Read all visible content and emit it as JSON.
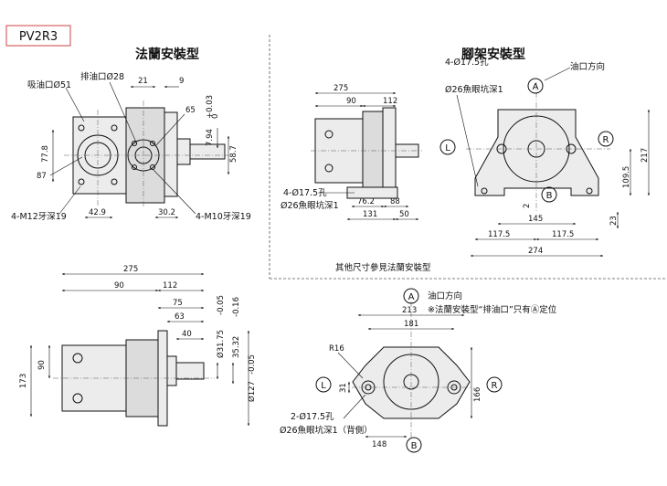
{
  "model": "PV2R3",
  "flange_view": {
    "title": "法蘭安裝型",
    "suction_port": "吸油口Ø51",
    "discharge_port": "排油口Ø28",
    "dims": [
      "21",
      "9",
      "65",
      "7.94",
      "+0.03",
      "0",
      "58.7",
      "77.8",
      "87",
      "42.9",
      "30.2"
    ],
    "bolt_left": "4-M12牙深19",
    "bolt_right": "4-M10牙深19"
  },
  "foot_view": {
    "title": "腳架安裝型",
    "hole_spec": "4-Ø17.5孔",
    "counterbore": "Ø26魚眼坑深1",
    "port_direction": "油口方向",
    "dims": [
      "275",
      "90",
      "112",
      "76.2",
      "88",
      "131",
      "50",
      "2",
      "145",
      "117.5",
      "117.5",
      "274",
      "109.5",
      "217",
      "23"
    ],
    "note": "其他尺寸參見法蘭安裝型",
    "markers": [
      "A",
      "B",
      "L",
      "R"
    ]
  },
  "side_view": {
    "dims": [
      "275",
      "90",
      "112",
      "75",
      "63",
      "40",
      "Ø31.75",
      "-0.05",
      "35.32",
      "-0.16",
      "Ø127",
      "-0.05",
      "90",
      "173"
    ]
  },
  "front_view": {
    "port_direction": "油口方向",
    "note": "※法蘭安裝型“排油口”只有Ⓐ定位",
    "dims": [
      "213",
      "181",
      "R16",
      "31",
      "166",
      "148"
    ],
    "hole_spec": "2-Ø17.5孔",
    "counterbore": "Ø26魚眼坑深1（背側）",
    "markers": [
      "A",
      "B",
      "L",
      "R"
    ]
  }
}
